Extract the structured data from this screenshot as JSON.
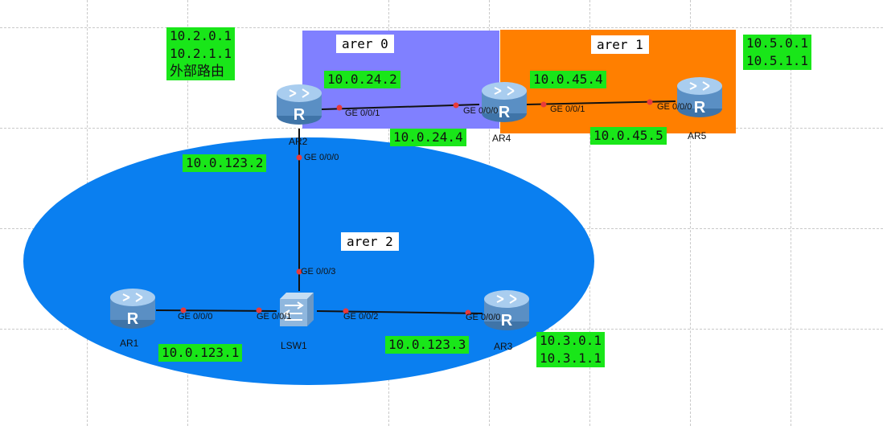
{
  "areas": {
    "area0": {
      "label": "arer 0",
      "color": "#8080ff"
    },
    "area1": {
      "label": "arer 1",
      "color": "#ff7f00"
    },
    "area2": {
      "label": "arer 2",
      "color": "#0a7ff0"
    }
  },
  "devices": {
    "ar1": "AR1",
    "ar2": "AR2",
    "ar3": "AR3",
    "ar4": "AR4",
    "ar5": "AR5",
    "lsw1": "LSW1"
  },
  "ports": {
    "ar2_g001": "GE 0/0/1",
    "ar2_g000": "GE 0/0/0",
    "ar4_g000": "GE 0/0/0",
    "ar4_g001": "GE 0/0/1",
    "ar5_g000": "GE 0/0/0",
    "lsw1_g003": "GE 0/0/3",
    "ar1_g000": "GE 0/0/0",
    "lsw1_g001": "GE 0/0/1",
    "lsw1_g002": "GE 0/0/2",
    "ar3_g000": "GE 0/0/0"
  },
  "ip_labels": {
    "ar2_external": [
      "10.2.0.1",
      "10.2.1.1",
      "外部路由"
    ],
    "ar2_to_ar4": "10.0.24.2",
    "ar4_to_ar2": "10.0.24.4",
    "ar4_to_ar5": "10.0.45.4",
    "ar5_to_ar4": "10.0.45.5",
    "ar5_loopbacks": [
      "10.5.0.1",
      "10.5.1.1"
    ],
    "ar2_area2": "10.0.123.2",
    "ar1_area2": "10.0.123.1",
    "ar3_area2": "10.0.123.3",
    "ar3_loopbacks": [
      "10.3.0.1",
      "10.3.1.1"
    ]
  },
  "colors": {
    "ip_label_bg": "#19e619",
    "link": "#111111",
    "port_dot": "#e83a3a",
    "device_blue": "#6fa6d6",
    "grid": "#c9c9c9"
  },
  "icons": {
    "router": "router-icon",
    "switch": "switch-icon"
  }
}
